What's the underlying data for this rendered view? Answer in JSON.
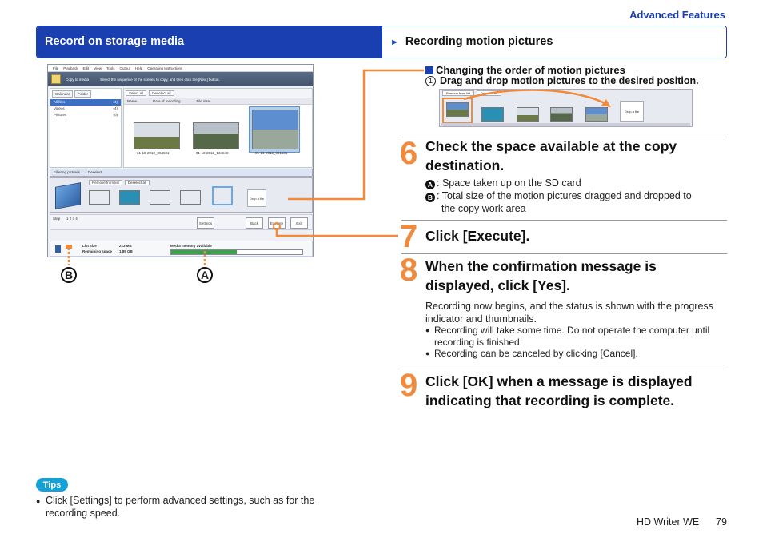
{
  "header": {
    "section": "Advanced Features",
    "banner_left": "Record on storage media",
    "banner_right_marker": "►",
    "banner_right": "Recording motion pictures"
  },
  "screenshot": {
    "menu": [
      "File",
      "Playback",
      "Edit",
      "View",
      "Tools",
      "Output",
      "Help",
      "Operating Instructions"
    ],
    "title": "Copy to media",
    "instruction": "Select the sequence of the scenes to copy, and then click the [Next] button.",
    "tabs": [
      "Calendar",
      "Folder"
    ],
    "tree": [
      {
        "label": "All files",
        "count": "(4)"
      },
      {
        "label": "Videos",
        "count": "(4)"
      },
      {
        "label": "Pictures",
        "count": "(0)"
      }
    ],
    "toolbar": [
      "Select all",
      "Deselect all"
    ],
    "columns": [
      "Name",
      "Date of recording",
      "File size"
    ],
    "thumb_labels": [
      "01-18-2012_084601",
      "01-18-2012_134848",
      "01-21-2012_091131"
    ],
    "mid_bar": [
      "Filtering pictures",
      "Deselect"
    ],
    "work_buttons": [
      "Remove from list",
      "Deselect all"
    ],
    "drop_label": "Drop a file",
    "step_label": "Step",
    "step_numbers": "1  2  3  4",
    "buttons": [
      "Settings",
      "Back",
      "Execute",
      "Exit"
    ],
    "list_size_label": "List size",
    "list_size_value": "213 MB",
    "remaining_label": "Remaining space",
    "remaining_value": "1.85 GB",
    "media_label": "Media memory available",
    "media_fill": 0.5
  },
  "screen_labels": {
    "b": "B",
    "a": "A"
  },
  "reorder": {
    "heading": "Changing the order of motion pictures",
    "step_num": "1",
    "step_text": "Drag and drop motion pictures to the desired position.",
    "buttons": [
      "Remove from list",
      "Deselect all"
    ],
    "drop_label": "Drop a file"
  },
  "steps": [
    {
      "num": "6",
      "title": "Check the space available at the copy destination."
    },
    {
      "num": "7",
      "title": "Click [Execute]."
    },
    {
      "num": "8",
      "title": "When the confirmation message is displayed, click [Yes]."
    },
    {
      "num": "9",
      "title": "Click [OK] when a message is displayed indicating that recording is complete."
    }
  ],
  "step6_details": {
    "a_letter": "A",
    "a_text": ": Space taken up on the SD card",
    "b_letter": "B",
    "b_text": ": Total size of the motion pictures dragged and dropped to",
    "b_text_cont": "the copy work area"
  },
  "step8_details": {
    "intro": "Recording now begins, and the status is shown with the progress indicator and thumbnails.",
    "bullets": [
      "Recording will take some time. Do not operate the computer until recording is finished.",
      "Recording can be canceled by clicking [Cancel]."
    ]
  },
  "tips": {
    "label": "Tips",
    "text": "Click [Settings] to perform advanced settings, such as for the recording speed."
  },
  "footer": {
    "product": "HD Writer WE",
    "page": "79"
  },
  "colors": {
    "accent_blue": "#1a3fb0",
    "step_orange": "#f08a3c",
    "tips_cyan": "#15a0d6"
  }
}
